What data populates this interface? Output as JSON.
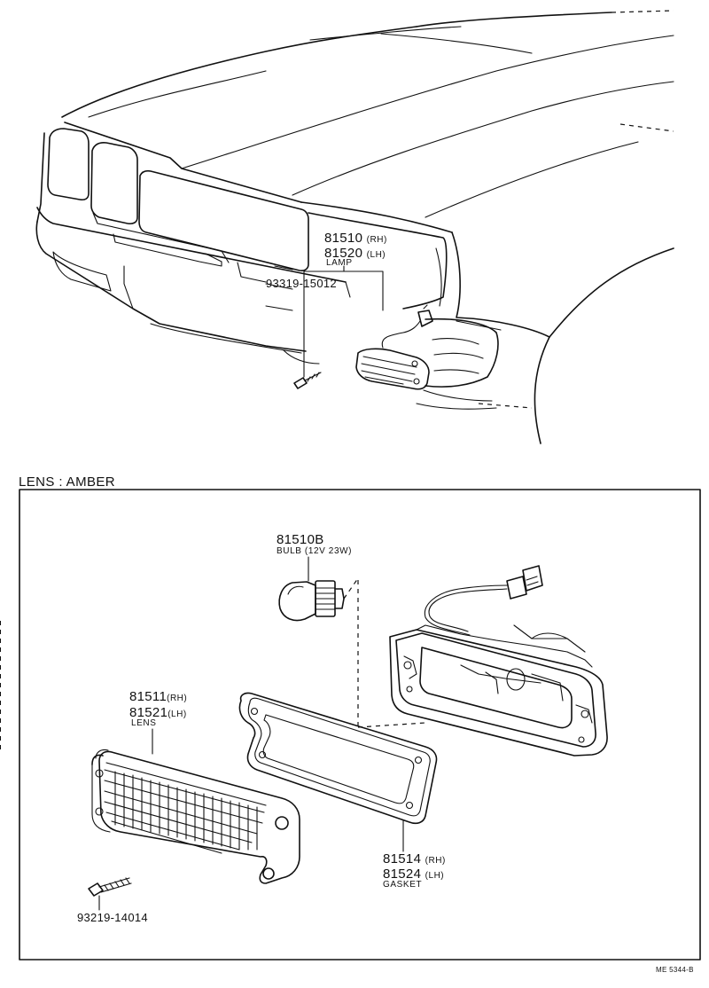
{
  "top_assembly": {
    "lamp_part_rh": "81510",
    "lamp_side_rh": "(RH)",
    "lamp_part_lh": "81520",
    "lamp_side_lh": "(LH)",
    "lamp_name": "LAMP",
    "screw_part": "93319-15012"
  },
  "detail": {
    "section_title": "LENS : AMBER",
    "bulb_part": "81510B",
    "bulb_name": "BULB (12V 23W)",
    "lens_part_rh": "81511",
    "lens_side_rh": "(RH)",
    "lens_part_lh": "81521",
    "lens_side_lh": "(LH)",
    "lens_name": "LENS",
    "gasket_part_rh": "81514",
    "gasket_side_rh": "(RH)",
    "gasket_part_lh": "81524",
    "gasket_side_lh": "(LH)",
    "gasket_name": "GASKET",
    "screw_part": "93219-14014"
  },
  "footer": {
    "diagram_code": "ME 5344-B"
  }
}
